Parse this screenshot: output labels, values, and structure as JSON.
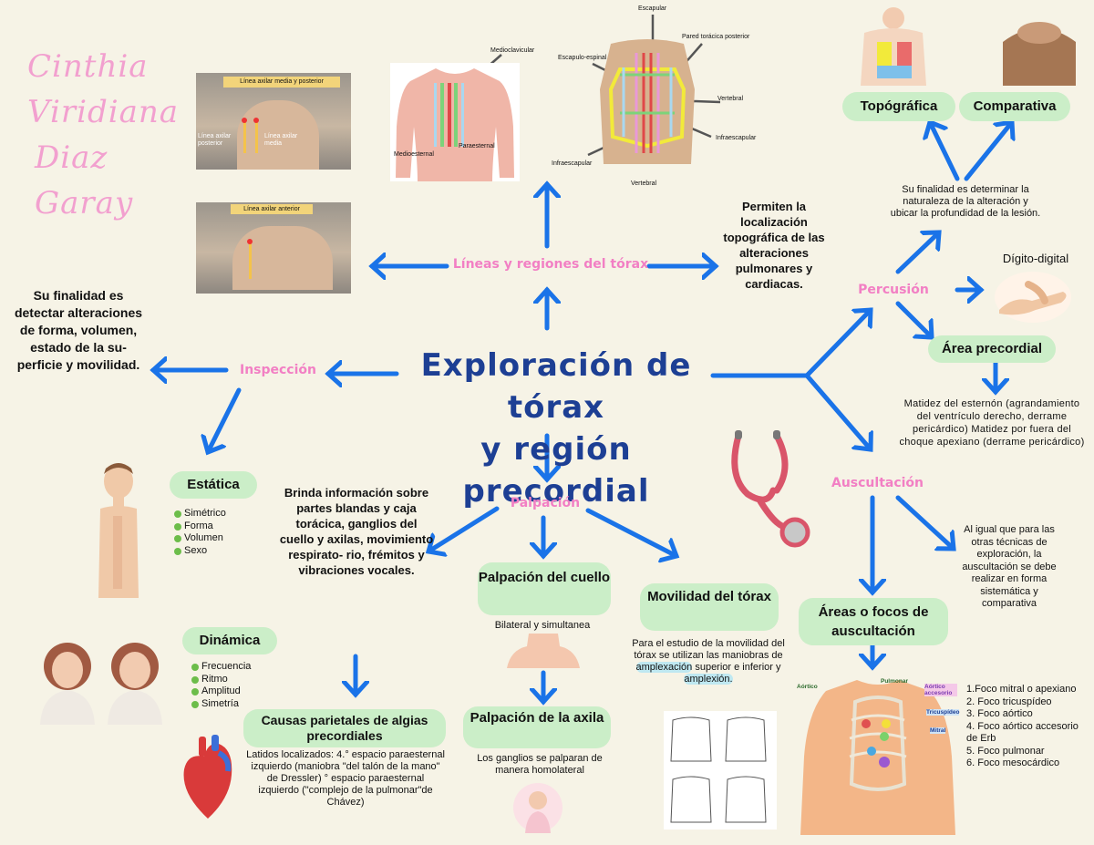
{
  "author": [
    "Cinthia",
    "Viridiana",
    "Diaz",
    "Garay"
  ],
  "title": [
    "Exploración de tórax",
    "y región precordial"
  ],
  "branches": {
    "lineas": "Líneas y regiones del tórax",
    "inspeccion": "Inspección",
    "palpacion": "Palpación",
    "percusion": "Percusión",
    "auscultacion": "Auscultación"
  },
  "lineas": {
    "photo1_label": "Línea axilar media y posterior",
    "photo1_left": "Línea axilar posterior",
    "photo1_right": "Línea axilar media",
    "photo2_label": "Línea axilar anterior",
    "front_labels": {
      "medioclavicular": "Medioclavicular",
      "medioesternal": "Medioesternal",
      "paraesternal": "Paraesternal"
    },
    "back_labels": {
      "escapular": "Escapular",
      "pared": "Pared torácica posterior",
      "escapulo": "Escapulo-espinal",
      "vertebral1": "Vertebral",
      "infraescapular1": "Infraescapular",
      "infraescapular2": "Infraescapular",
      "vertebral2": "Vertebral"
    },
    "right_text": "Permiten la localización topográfica de las alteraciones pulmonares y cardiacas."
  },
  "inspeccion": {
    "left_text": "Su finalidad es detectar alteraciones de forma, volumen, estado de la su- perficie y movilidad.",
    "estatica": "Estática",
    "estatica_items": [
      "Simétrico",
      "Forma",
      "Volumen",
      "Sexo"
    ],
    "dinamica": "Dinámica",
    "dinamica_items": [
      "Frecuencia",
      "Ritmo",
      "Amplitud",
      "Simetría"
    ]
  },
  "palpacion": {
    "left_text": "Brinda información sobre partes blandas y caja torácica, ganglios del cuello y axilas, movimiento respirato- rio, frémitos y vibraciones vocales.",
    "causas_title": "Causas parietales de algias precordiales",
    "causas_text": "Latidos localizados: 4.° espacio paraesternal izquierdo (maniobra \"del talón de la mano\" de Dressler) ° espacio paraesternal izquierdo (\"complejo de la pulmonar\"de Chávez)",
    "cuello_title": "Palpación del cuello",
    "cuello_text": "Bilateral y simultanea",
    "axila_title": "Palpación de la axila",
    "axila_text": "Los ganglios se palparan de manera homolateral",
    "movilidad_title": "Movilidad del tórax",
    "movilidad_text_a": "Para el estudio de la movilidad del tórax se utilizan las maniobras de",
    "movilidad_hl1": "amplexación",
    "movilidad_text_b": "superior e inferior y",
    "movilidad_hl2": "amplexión."
  },
  "percusion": {
    "topografica": "Topógráfica",
    "comparativa": "Comparativa",
    "finalidad": "Su finalidad es determinar la naturaleza de la alteración y ubicar la profundidad de la lesión.",
    "digito": "Dígito-digital",
    "area": "Área precordial",
    "area_text": "Matidez del esternón (agrandamiento del ventrículo derecho, derrame pericárdico) Matidez por fuera del choque apexiano (derrame pericárdico)"
  },
  "auscultacion": {
    "side_text": "Al igual que para las otras técnicas de exploración, la auscultación se debe realizar en forma sistemática y comparativa",
    "areas_title": "Áreas o focos de auscultación",
    "focos": [
      "1.Foco mitral o apexiano",
      "2. Foco tricuspídeo",
      "3. Foco aórtico",
      "4. Foco aórtico accesorio de Erb",
      "5. Foco pulmonar",
      "6. Foco mesocárdico"
    ],
    "chest_labels": {
      "aortico": "Aórtico",
      "pulmonar": "Pulmonar",
      "accesorio": "Aórtico accesorio",
      "tricuspideo": "Tricuspídeo",
      "mitral": "Mitral"
    }
  },
  "colors": {
    "arrow": "#1a73e8",
    "title": "#1d3f94",
    "branch": "#f27fc4",
    "pill": "#cbeec8",
    "bg": "#f6f3e6"
  }
}
